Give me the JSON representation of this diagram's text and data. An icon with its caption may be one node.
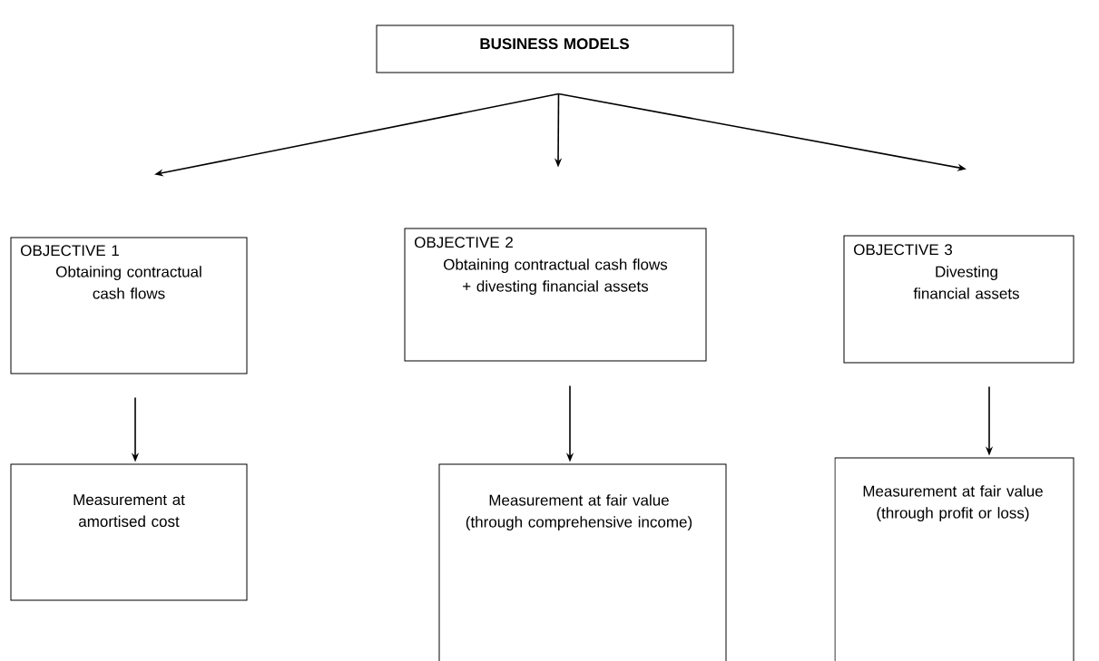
{
  "diagram": {
    "nodes": [
      {
        "text": [
          "BUSINESS MODELS"
        ]
      },
      {
        "text": [
          "OBJECTIVE 1",
          "Obtaining contractual cash flows"
        ]
      },
      {
        "text": [
          "OBJECTIVE 2",
          "Obtaining contractual cash flows + divesting financial assets"
        ]
      },
      {
        "text": [
          "OBJECTIVE 3",
          "Divesting financial assets"
        ]
      },
      {
        "text": [
          "Measurement at amortised cost"
        ]
      },
      {
        "text": [
          "Measurement at fair value (through comprehensive income)"
        ]
      },
      {
        "text": [
          "Measurement at fair value (through profit or loss)"
        ]
      }
    ],
    "edges": [
      {
        "from": 0,
        "to": 1,
        "arrow": "to"
      },
      {
        "from": 0,
        "to": 2,
        "arrow": "to"
      },
      {
        "from": 0,
        "to": 3,
        "arrow": "to"
      },
      {
        "from": 1,
        "to": 4,
        "arrow": "to"
      },
      {
        "from": 2,
        "to": 5,
        "arrow": "to"
      },
      {
        "from": 3,
        "to": 6,
        "arrow": "to"
      }
    ]
  }
}
